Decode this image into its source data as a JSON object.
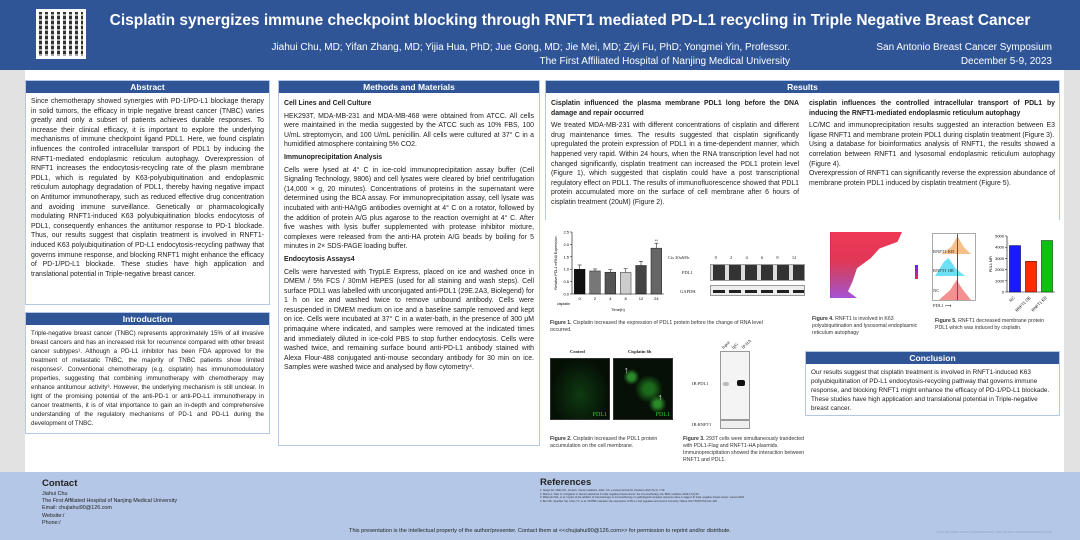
{
  "header": {
    "title": "Cisplatin synergizes immune checkpoint blocking through RNFT1 mediated PD-L1 recycling in Triple Negative Breast Cancer",
    "authors": "Jiahui Chu, MD; Yifan Zhang, MD; Yijia Hua, PhD; Jue Gong, MD; Jie Mei, MD; Ziyi Fu, PhD; Yongmei Yin, Professor.",
    "affiliation": "The First Affiliated Hospital of Nanjing Medical University",
    "conference": "San Antonio Breast Cancer Symposium",
    "dates": "December 5-9, 2023"
  },
  "abstract": {
    "title": "Abstract",
    "text": "Since chemotherapy showed synergies with PD-1/PD-L1 blockage therapy in solid tumors, the efficacy in triple negative breast cancer (TNBC) varies greatly and only a subset of patients achieves durable responses. To increase their clinical efficacy, it is important to explore the underlying mechanisms of immune checkpoint ligand PDL1. Here, we found cisplatin influences the controlled intracellular transport of PDL1 by inducing the RNFT1-mediated endoplasmic reticulum autophagy. Overexpression of RNFT1 increases the endocytosis-recycling rate of the plasm membrane PDL1, which is regulated by K63-polyubiquitination and endoplasmic reticulum autophagy degradation of PDL1, thereby having negative impact on Antitumor immunotherapy, such as reduced effective drug concentration and avoiding immune surveillance. Genetically or pharmacologically modulating RNFT1-induced K63 polyubiquitination blocks endocytosis of PDL1, consequently enhances the antitumor response to PD-1 blockade. Thus, our results suggest that cisplatin treatment is involved in RNFT1-induced K63 polyubiquitination of PD-L1 endocytosis-recycling pathway that governs immune response, and blocking RNFT1 might enhance the efficacy of PD-1/PD-L1 blockade. These studies have high application and translational potential in Triple-negative breast cancer."
  },
  "introduction": {
    "title": "Introduction",
    "text": "Triple-negative breast cancer (TNBC) represents approximately 15% of all invasive breast cancers and has an increased risk for recurrence compared with other breast cancer subtypes¹. Although a PD-L1 inhibitor has been FDA approved for the treatment of metastatic TNBC, the majority of TNBC patients show limited responses². Conventional chemotherapy (e.g. cisplatin) has immunomodulatory properties, suggesting that combining immunotherapy with chemotherapy may enhance antitumour activity³. However, the underlying mechanism is still unclear. In light of the promising potential of the anti-PD-1 or anti-PD-L1 immunotherapy in cancer treatments, it is of vital importance to gain an in-depth and comprehensive understanding of the regulatory mechanisms of PD-1 and PD-L1 during the development of TNBC."
  },
  "methods": {
    "title": "Methods and Materials",
    "sections": [
      {
        "heading": "Cell Lines and Cell Culture",
        "text": "HEK293T, MDA-MB-231 and MDA-MB-468 were obtained from ATCC. All cells were maintained in the media suggested by the ATCC such as 10% FBS, 100 U/mL streptomycin, and 100 U/mL penicillin. All cells were cultured at 37° C in a humidified atmosphere containing 5% CO2."
      },
      {
        "heading": "Immunoprecipitation Analysis",
        "text": "Cells were lysed at 4° C in ice-cold immunoprecipitation assay buffer (Cell Signaling Technology, 9806) and cell lysates were cleared by brief centrifugation (14,000 × g, 20 minutes). Concentrations of proteins in the supernatant were determined using the BCA assay. For immunoprecipitation assay, cell lysate was incubated with anti-HA/IgG antibodies overnight at 4° C on a rotator, followed by the addition of protein A/G plus agarose to the reaction overnight at 4° C. After five washes with lysis buffer supplemented with protease inhibitor mixture, complexes were released from the anti-HA protein A/G beads by boiling for 5 minutes in 2× SDS-PAGE loading buffer."
      },
      {
        "heading": "Endocytosis Assays4",
        "text": "Cells were harvested with TrypLE Express, placed on ice and washed once in DMEM / 5% FCS / 30mM HEPES (used for all staining and wash steps). Cell surface PDL1 was labelled with unconjugated anti-PDL1 (29E.2A3, Biolegend) for 1 h on ice and washed twice to remove unbound antibody. Cells were resuspended in DMEM medium on ice and a baseline sample removed and kept on ice. Cells were incubated at 37° C in a water-bath, in the presence of 300 μM primaquine where indicated, and samples were removed at the indicated times and immediately diluted in ice-cold PBS to stop further endocytosis. Cells were washed twice, and remaining surface bound anti-PD-L1 antibody stained with Alexa Flour-488 conjugated anti-mouse secondary antibody for 30 min on ice. Samples were washed twice and analysed by flow cytometry⁴."
      }
    ]
  },
  "results": {
    "title": "Results",
    "left": {
      "heading": "Cisplatin influenced the plasma membrane PDL1 long before the DNA damage and repair occurred",
      "text": "We treated MDA-MB-231 with different concentrations of cisplatin and different drug maintenance times. The results suggested that cisplatin significantly upregulated the protein expression of PDL1 in a time-dependent manner, which happened very rapid. Within 24 hours, when the RNA transcription level had not changed significantly, cisplatin treatment can increased the PDL1 protein level (Figure 1), which suggested that cisplatin could have a post transcriptional regulatory effect on PDL1. The results of immunofluorescence showed that PDL1 protein accumulated more on the surface of cell membrane after 6 hours of cisplatin treatment (20uM) (Figure 2)."
    },
    "right": {
      "heading": "cisplatin influences the controlled intracellular transport of PDL1 by inducing the RNFT1-mediated endoplasmic reticulum autophagy",
      "paragraphs": [
        "LC/MC and immunoprecipitation results suggested an interaction between E3 ligase RNFT1 and membrane protein PDL1 during cisplatin treatment (Figure 3).",
        "Using a database for bioinformatics analysis of RNFT1, the results showed a correlation between RNFT1 and lysosomal endoplasmic reticulum autophagy (Figure 4).",
        "Overexpression of RNFT1 can significantly reverse the expression abundance of membrane protein PDL1 induced by cisplatin treatment (Figure 5)."
      ]
    },
    "fig1": {
      "label": "Figure 1.",
      "caption": "Cisplatin increased the expression of  PDL1 protein before the change of RNA level occurred.",
      "blot_header": "Cis 20uM/h",
      "blot_lanes": [
        "0",
        "2",
        "4",
        "6",
        "8",
        "12"
      ],
      "blot_rows": [
        "PDL1",
        "GAPDH"
      ]
    },
    "fig2": {
      "label": "Figure 2.",
      "caption": "Cisplatin increased the PDL1 protein accumulation on the cell membrane.",
      "panels": [
        "Control",
        "Cisplatin 6h"
      ],
      "stain": "PDL1"
    },
    "fig3": {
      "label": "Figure 3.",
      "caption": "293T cells were simultaneously trandected with PDL1-Flag and RNFT1-HA plasmids. Immunoprecipitation showed the interaction between RNFT1 and PDL1.",
      "lanes": [
        "Input",
        "IgG",
        "IP:HA"
      ],
      "rows": [
        "IB:PDL1",
        "IB:RNFT1"
      ]
    },
    "fig4": {
      "label": "Figure 4.",
      "caption": "RNFT1 is involved in K63 polyubiquitination and lysosomal endoplasmic reticulum autophagy"
    },
    "fig45_flow": {
      "rows": [
        "RNFT1 KD",
        "RNFT1 OE",
        "NC"
      ],
      "xlabel": "PDL1"
    },
    "fig5": {
      "label": "Figure 5.",
      "caption": "RNFT1 decreased membrane protein PDL1 which was induced by cisplatin."
    }
  },
  "conclusion": {
    "title": "Conclusion",
    "text": "Our results suggest that cisplatin treatment is involved in RNFT1-induced K63 polyubiquitination of PD-L1 endocytosis-recycling pathway that governs immune response, and blocking RNFT1 might enhance the efficacy of PD-1/PD-L1 blockade. These studies have high application and translational potential in Triple-negative breast cancer."
  },
  "contact": {
    "title": "Contact",
    "lines": [
      "Jiahui Chu",
      "The First Affiliated Hospital of Nanjing Medical University",
      "Email: chujiahui90@126.com",
      "Website:/",
      "Phone:/"
    ]
  },
  "references": {
    "title": "References",
    "items": [
      "1. Siegel RL, Miller KD, Jemal A. Cancer statistics, 2021. CA: a cancer journal for clinicians 2021;71(1): 7-33.",
      "2. Marra A, Viale G, Curigliano G. Recent advances in triple negative breast cancer: the immunotherapy era. BMC medicine 2019;17(1):90.",
      "3. Mittendorf EA, et al. Impact of the addition of chemotherapy to immunotherapy on pathological complete response rates in stage II-III triple-negative breast cancer. Lancet 2020.",
      "4. Burr ML, Sparbier CE, Chan YC, et al. CMTM6 maintains the expression of PD-L1 and regulates anti-tumour immunity. Nature 2017;549(7670):101-105."
    ]
  },
  "footer": {
    "notice": "This presentation is the intellectual property of the author/presenter. Contact them at <<chujiahui90@126.com>> for permission to reprint and/or distribute.",
    "template": "© POSTER TEMPLATE BY GENIGRAPHICS® 1.800.790.4001 WWW.GENIGRAPHICS.COM"
  },
  "chart_data": [
    {
      "type": "bar",
      "title": "",
      "xlabel": "Time(h)",
      "ylabel": "Relative PDL1 mRNA Expression",
      "categories": [
        "0",
        "2",
        "4",
        "8",
        "12",
        "24"
      ],
      "category_axis_label": "cisplatin",
      "values": [
        1.0,
        0.93,
        0.88,
        0.87,
        1.15,
        1.85
      ],
      "errors": [
        0.17,
        0.08,
        0.1,
        0.15,
        0.17,
        0.2
      ],
      "annotations": [
        "",
        "",
        "",
        "",
        "",
        "**"
      ],
      "ylim": [
        0,
        2.5
      ],
      "yticks": [
        "0.0",
        "0.5",
        "1.0",
        "1.5",
        "2.0",
        "2.5"
      ],
      "colors": [
        "#111111",
        "#777777",
        "#555555",
        "#cccccc",
        "#444444",
        "#666666"
      ]
    },
    {
      "type": "bar",
      "title": "",
      "xlabel": "",
      "ylabel": "PDL1 MFI",
      "categories": [
        "NC",
        "RNFT1 OE",
        "RNFT1 KD"
      ],
      "values": [
        4150,
        2750,
        4600
      ],
      "ylim": [
        0,
        5000
      ],
      "yticks": [
        "0",
        "1000",
        "2000",
        "3000",
        "4000",
        "5000"
      ],
      "colors": [
        "#1a1aff",
        "#ff2a00",
        "#10c010"
      ]
    }
  ]
}
